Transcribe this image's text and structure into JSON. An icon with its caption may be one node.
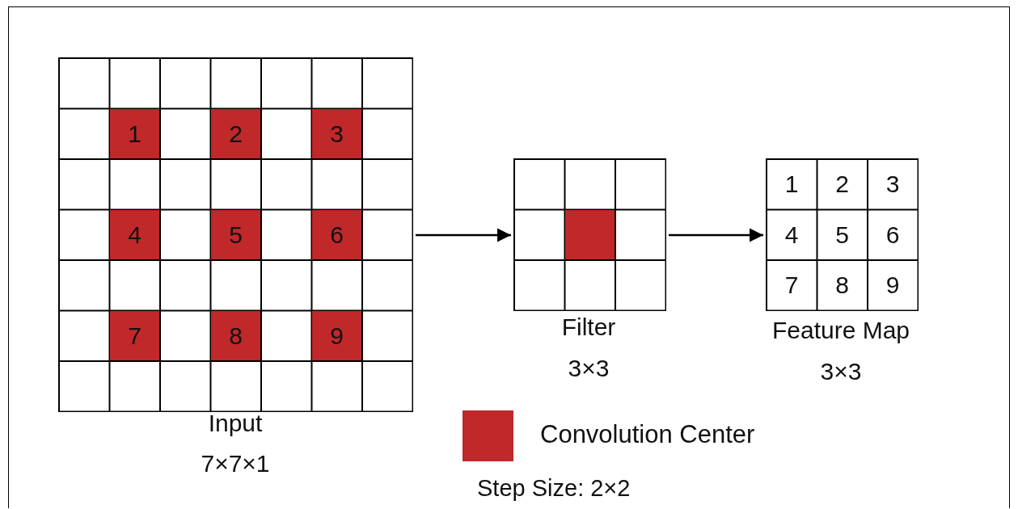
{
  "diagram": {
    "nodes": [
      {
        "text": [],
        "shape": "box",
        "beside": [
          "Input",
          "7×7×1"
        ]
      },
      {
        "text": [
          "1"
        ],
        "in": 0
      },
      {
        "text": [
          "2"
        ],
        "in": 0
      },
      {
        "text": [
          "3"
        ],
        "in": 0
      },
      {
        "text": [
          "4"
        ],
        "in": 0
      },
      {
        "text": [
          "5"
        ],
        "in": 0
      },
      {
        "text": [
          "6"
        ],
        "in": 0
      },
      {
        "text": [
          "7"
        ],
        "in": 0
      },
      {
        "text": [
          "8"
        ],
        "in": 0
      },
      {
        "text": [
          "9"
        ],
        "in": 0
      },
      {
        "text": [],
        "shape": "box",
        "beside": [
          "Filter",
          "3×3"
        ]
      },
      {
        "text": [],
        "shape": "box",
        "in": 10
      },
      {
        "text": [],
        "shape": "box",
        "beside": [
          "Feature Map",
          "3×3"
        ]
      },
      {
        "text": [
          "1"
        ],
        "in": 12
      },
      {
        "text": [
          "2"
        ],
        "in": 12
      },
      {
        "text": [
          "3"
        ],
        "in": 12
      },
      {
        "text": [
          "4"
        ],
        "in": 12
      },
      {
        "text": [
          "5"
        ],
        "in": 12
      },
      {
        "text": [
          "6"
        ],
        "in": 12
      },
      {
        "text": [
          "7"
        ],
        "in": 12
      },
      {
        "text": [
          "8"
        ],
        "in": 12
      },
      {
        "text": [
          "9"
        ],
        "in": 12
      }
    ],
    "edges": [
      {
        "from": 0,
        "to": 10,
        "arrow": "to"
      },
      {
        "from": 10,
        "to": 12,
        "arrow": "to"
      }
    ],
    "labels": [
      "Step Size: 2×2"
    ],
    "legend": [
      {
        "text": "Convolution Center",
        "color": "#c0282a"
      }
    ]
  }
}
